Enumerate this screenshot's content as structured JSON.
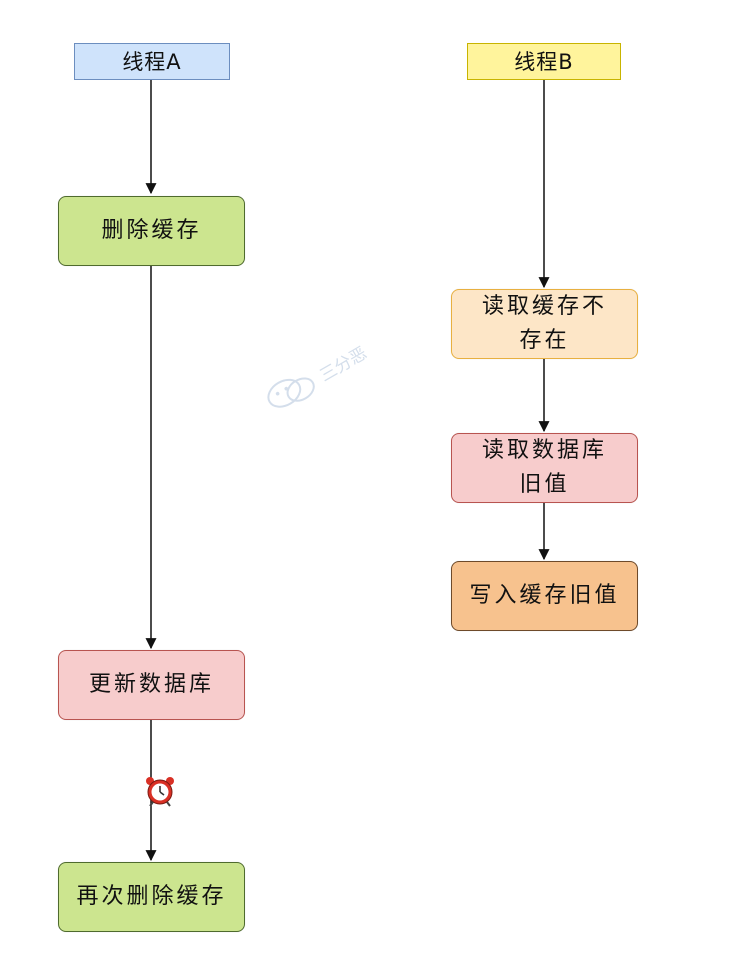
{
  "colors": {
    "stroke": "#111111",
    "header_a_fill": "#cfe3fb",
    "header_a_border": "#6c8ebf",
    "header_b_fill": "#fff49c",
    "header_b_border": "#c8b400",
    "green_fill": "#cce58f",
    "green_border": "#4f6b2e",
    "peach_fill": "#fde6c7",
    "peach_border": "#e8b040",
    "pink_fill": "#f7cccc",
    "pink_border": "#b85450",
    "orange_fill": "#f7c28e",
    "orange_border": "#6e4a2a",
    "alarm_red": "#d93025"
  },
  "thread_a": {
    "header": "线程A",
    "steps": [
      "删除缓存",
      "更新数据库",
      "再次删除缓存"
    ]
  },
  "thread_b": {
    "header": "线程B",
    "steps": [
      "读取缓存不存在",
      "读取数据库旧值",
      "写入缓存旧值"
    ]
  },
  "step_text": {
    "b_read_cache_line1": "读取缓存不",
    "b_read_cache_line2": "存在",
    "b_read_db_line1": "读取数据库",
    "b_read_db_line2": "旧值"
  },
  "watermark": {
    "text": "三分恶",
    "icon": "wechat-icon"
  },
  "delay_icon": "alarm-clock-icon"
}
